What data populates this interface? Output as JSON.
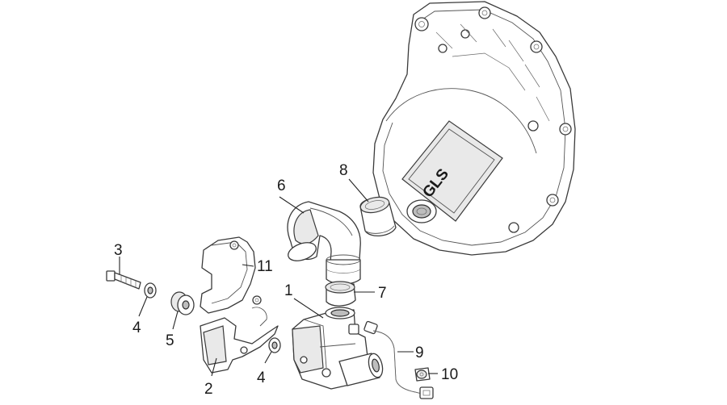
{
  "callouts": {
    "c1": "1",
    "c2": "2",
    "c3": "3",
    "c4a": "4",
    "c4b": "4",
    "c5": "5",
    "c6": "6",
    "c7": "7",
    "c8": "8",
    "c9": "9",
    "c10": "10",
    "c11": "11"
  },
  "cover_logo": "GLS"
}
